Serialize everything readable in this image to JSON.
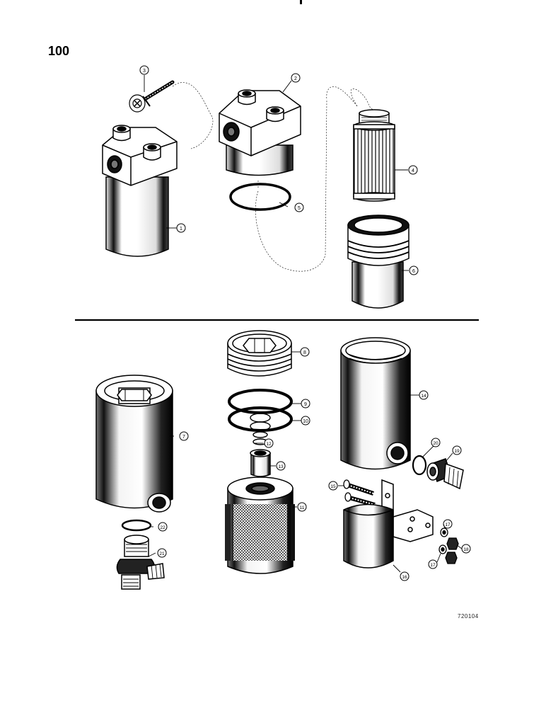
{
  "page_number": "100",
  "drawing_code": "720104",
  "callouts": [
    "1",
    "2",
    "3",
    "4",
    "5",
    "6",
    "7",
    "8",
    "9",
    "10",
    "11",
    "12",
    "13",
    "14",
    "15",
    "16",
    "17",
    "17",
    "18",
    "19",
    "20",
    "21",
    "22"
  ],
  "colors": {
    "ink": "#000000",
    "paper": "#ffffff",
    "shade": "#bdbdbd",
    "dark": "#1a1a1a"
  }
}
